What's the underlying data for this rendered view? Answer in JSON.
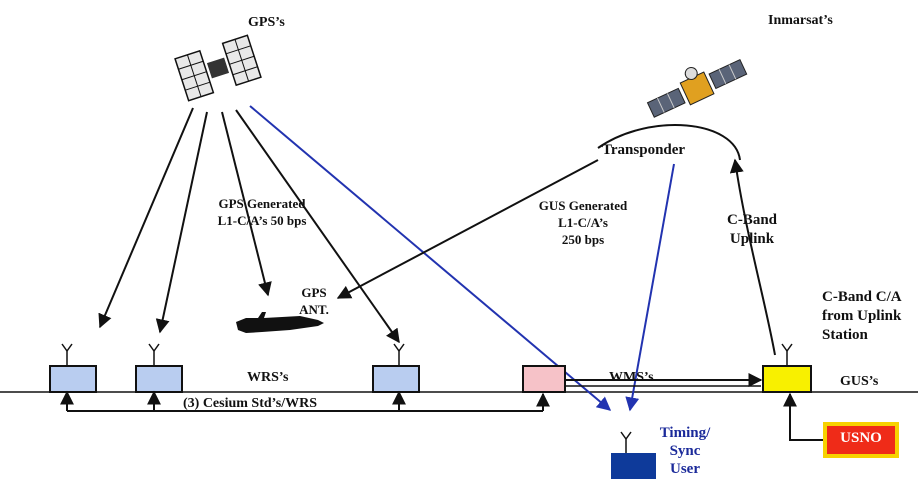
{
  "labels": {
    "gps_sats": "GPS’s",
    "inmarsat": "Inmarsat’s",
    "transponder": "Transponder",
    "gps_generated": [
      "GPS Generated",
      "L1-C/A’s 50 bps"
    ],
    "gus_generated": [
      "GUS Generated",
      "L1-C/A’s",
      "250 bps"
    ],
    "cband_uplink": [
      "C-Band",
      "Uplink"
    ],
    "gps_ant": [
      "GPS",
      "ANT."
    ],
    "cband_ca": [
      "C-Band C/A",
      "from Uplink",
      "Station"
    ],
    "wrs": "WRS’s",
    "wms": "WMS’s",
    "gus": "GUS’s",
    "cesium": "(3) Cesium Std’s/WRS",
    "usno": "USNO",
    "timing_user": [
      "Timing/",
      "Sync",
      "User"
    ]
  },
  "colors": {
    "wrs_box": "#b9cdf0",
    "wms_box": "#f6c2c8",
    "gus_box": "#f8f000",
    "usno_fill": "#ef2b18",
    "usno_border": "#f7d200",
    "user_box": "#0e3a9a",
    "blue_link": "#2233b0",
    "line": "#111111"
  }
}
